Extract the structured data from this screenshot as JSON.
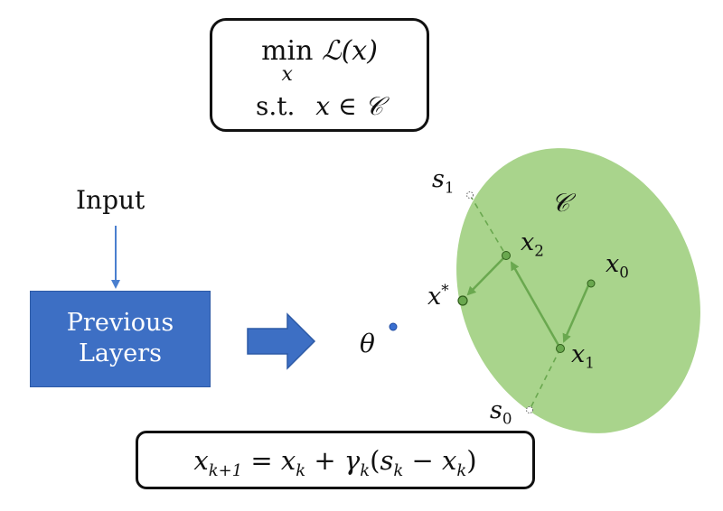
{
  "problem": {
    "min_word": "min",
    "min_var": "x",
    "objective_sym": "ℒ",
    "objective_arg": "(x)",
    "st": "s.t.",
    "constraint_var": "x",
    "constraint_rel": "∈",
    "constraint_set": "𝒞"
  },
  "input_label": "Input",
  "block": {
    "line1": "Previous",
    "line2": "Layers",
    "color": "#3d6fc4"
  },
  "theta_label": "θ",
  "constraint_set_label": "𝒞",
  "points": {
    "s1": {
      "base": "s",
      "sub": "1"
    },
    "s0": {
      "base": "s",
      "sub": "0"
    },
    "x0": {
      "base": "x",
      "sub": "0"
    },
    "x1": {
      "base": "x",
      "sub": "1"
    },
    "x2": {
      "base": "x",
      "sub": "2"
    },
    "xstar": {
      "base": "x",
      "sup": "*"
    }
  },
  "update_rule": {
    "lhs": "x",
    "lhs_sub": "k+1",
    "eq": "=",
    "t1": "x",
    "t1_sub": "k",
    "plus": "+",
    "gamma": "γ",
    "gamma_sub": "k",
    "open": "(",
    "s": "s",
    "s_sub": "k",
    "minus": "−",
    "t2": "x",
    "t2_sub": "k",
    "close": ")"
  },
  "colors": {
    "ellipse": "#a9d48c",
    "arrow_green": "#6aa84f",
    "arrow_blue": "#4a7fcf",
    "theta_dot": "#3a6fd0"
  }
}
